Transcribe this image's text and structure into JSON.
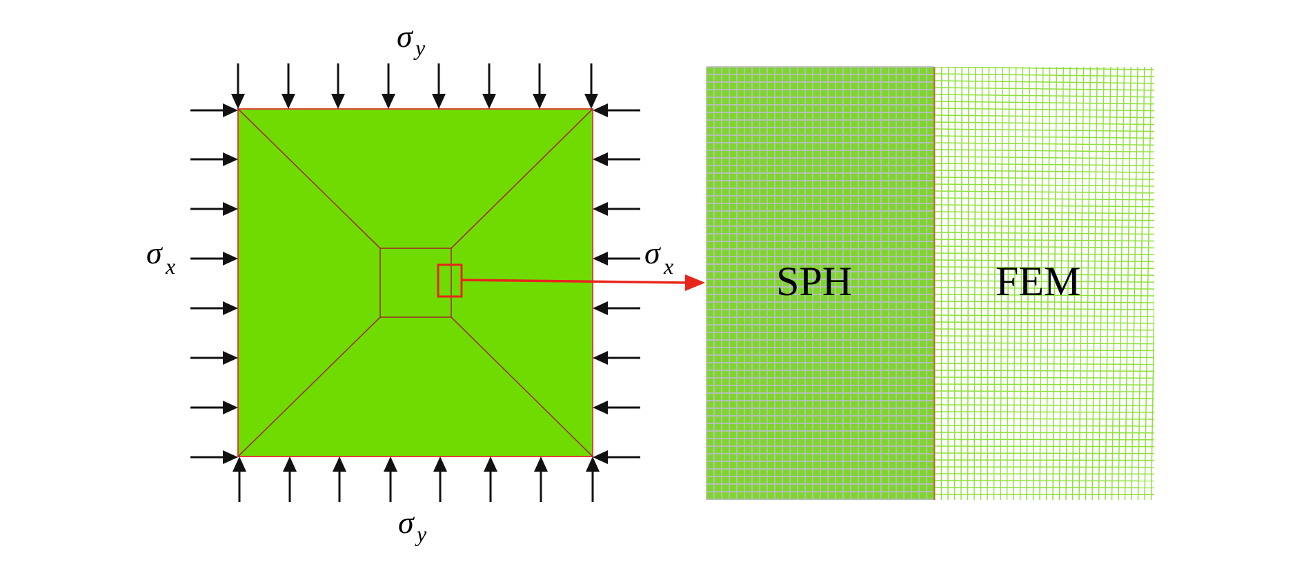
{
  "labels": {
    "sigma_y_top": {
      "symbol": "σ",
      "subscript": "y"
    },
    "sigma_y_bottom": {
      "symbol": "σ",
      "subscript": "y"
    },
    "sigma_x_left": {
      "symbol": "σ",
      "subscript": "x"
    },
    "sigma_x_right": {
      "symbol": "σ",
      "subscript": "x"
    },
    "sph": "SPH",
    "fem": "FEM"
  },
  "colors": {
    "plate_fill": "#6fdb00",
    "plate_edge": "#e0403a",
    "plate_lines": "#a0302a",
    "zoom_box": "#e8251b",
    "arrow": "#111111",
    "sph_fill": "#7fd62a",
    "sph_grid": "#b9bcc8",
    "fem_grid": "#8ee03a",
    "interface": "#d06050"
  },
  "icons": {
    "load_arrow": "arrow-icon",
    "zoom_arrow": "arrow-right-icon"
  }
}
